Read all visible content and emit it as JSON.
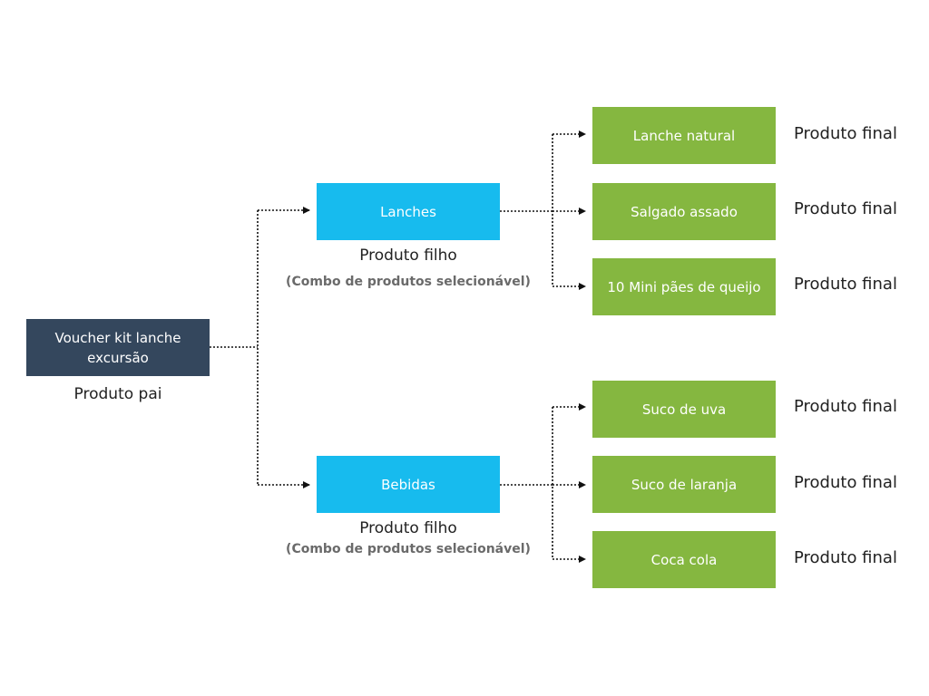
{
  "parent": {
    "label": "Voucher kit lanche excursão",
    "caption": "Produto pai"
  },
  "children": [
    {
      "label": "Lanches",
      "caption": "Produto filho",
      "subcaption": "(Combo de produtos selecionável)",
      "items": [
        {
          "label": "Lanche natural",
          "tag": "Produto final"
        },
        {
          "label": "Salgado assado",
          "tag": "Produto final"
        },
        {
          "label": "10 Mini pães de queijo",
          "tag": "Produto final"
        }
      ]
    },
    {
      "label": "Bebidas",
      "caption": "Produto filho",
      "subcaption": "(Combo de produtos selecionável)",
      "items": [
        {
          "label": "Suco de uva",
          "tag": "Produto final"
        },
        {
          "label": "Suco de laranja",
          "tag": "Produto final"
        },
        {
          "label": "Coca cola",
          "tag": "Produto final"
        }
      ]
    }
  ],
  "colors": {
    "parent": "#34475d",
    "child": "#17bbee",
    "leaf": "#85b740",
    "connector": "#111111"
  }
}
